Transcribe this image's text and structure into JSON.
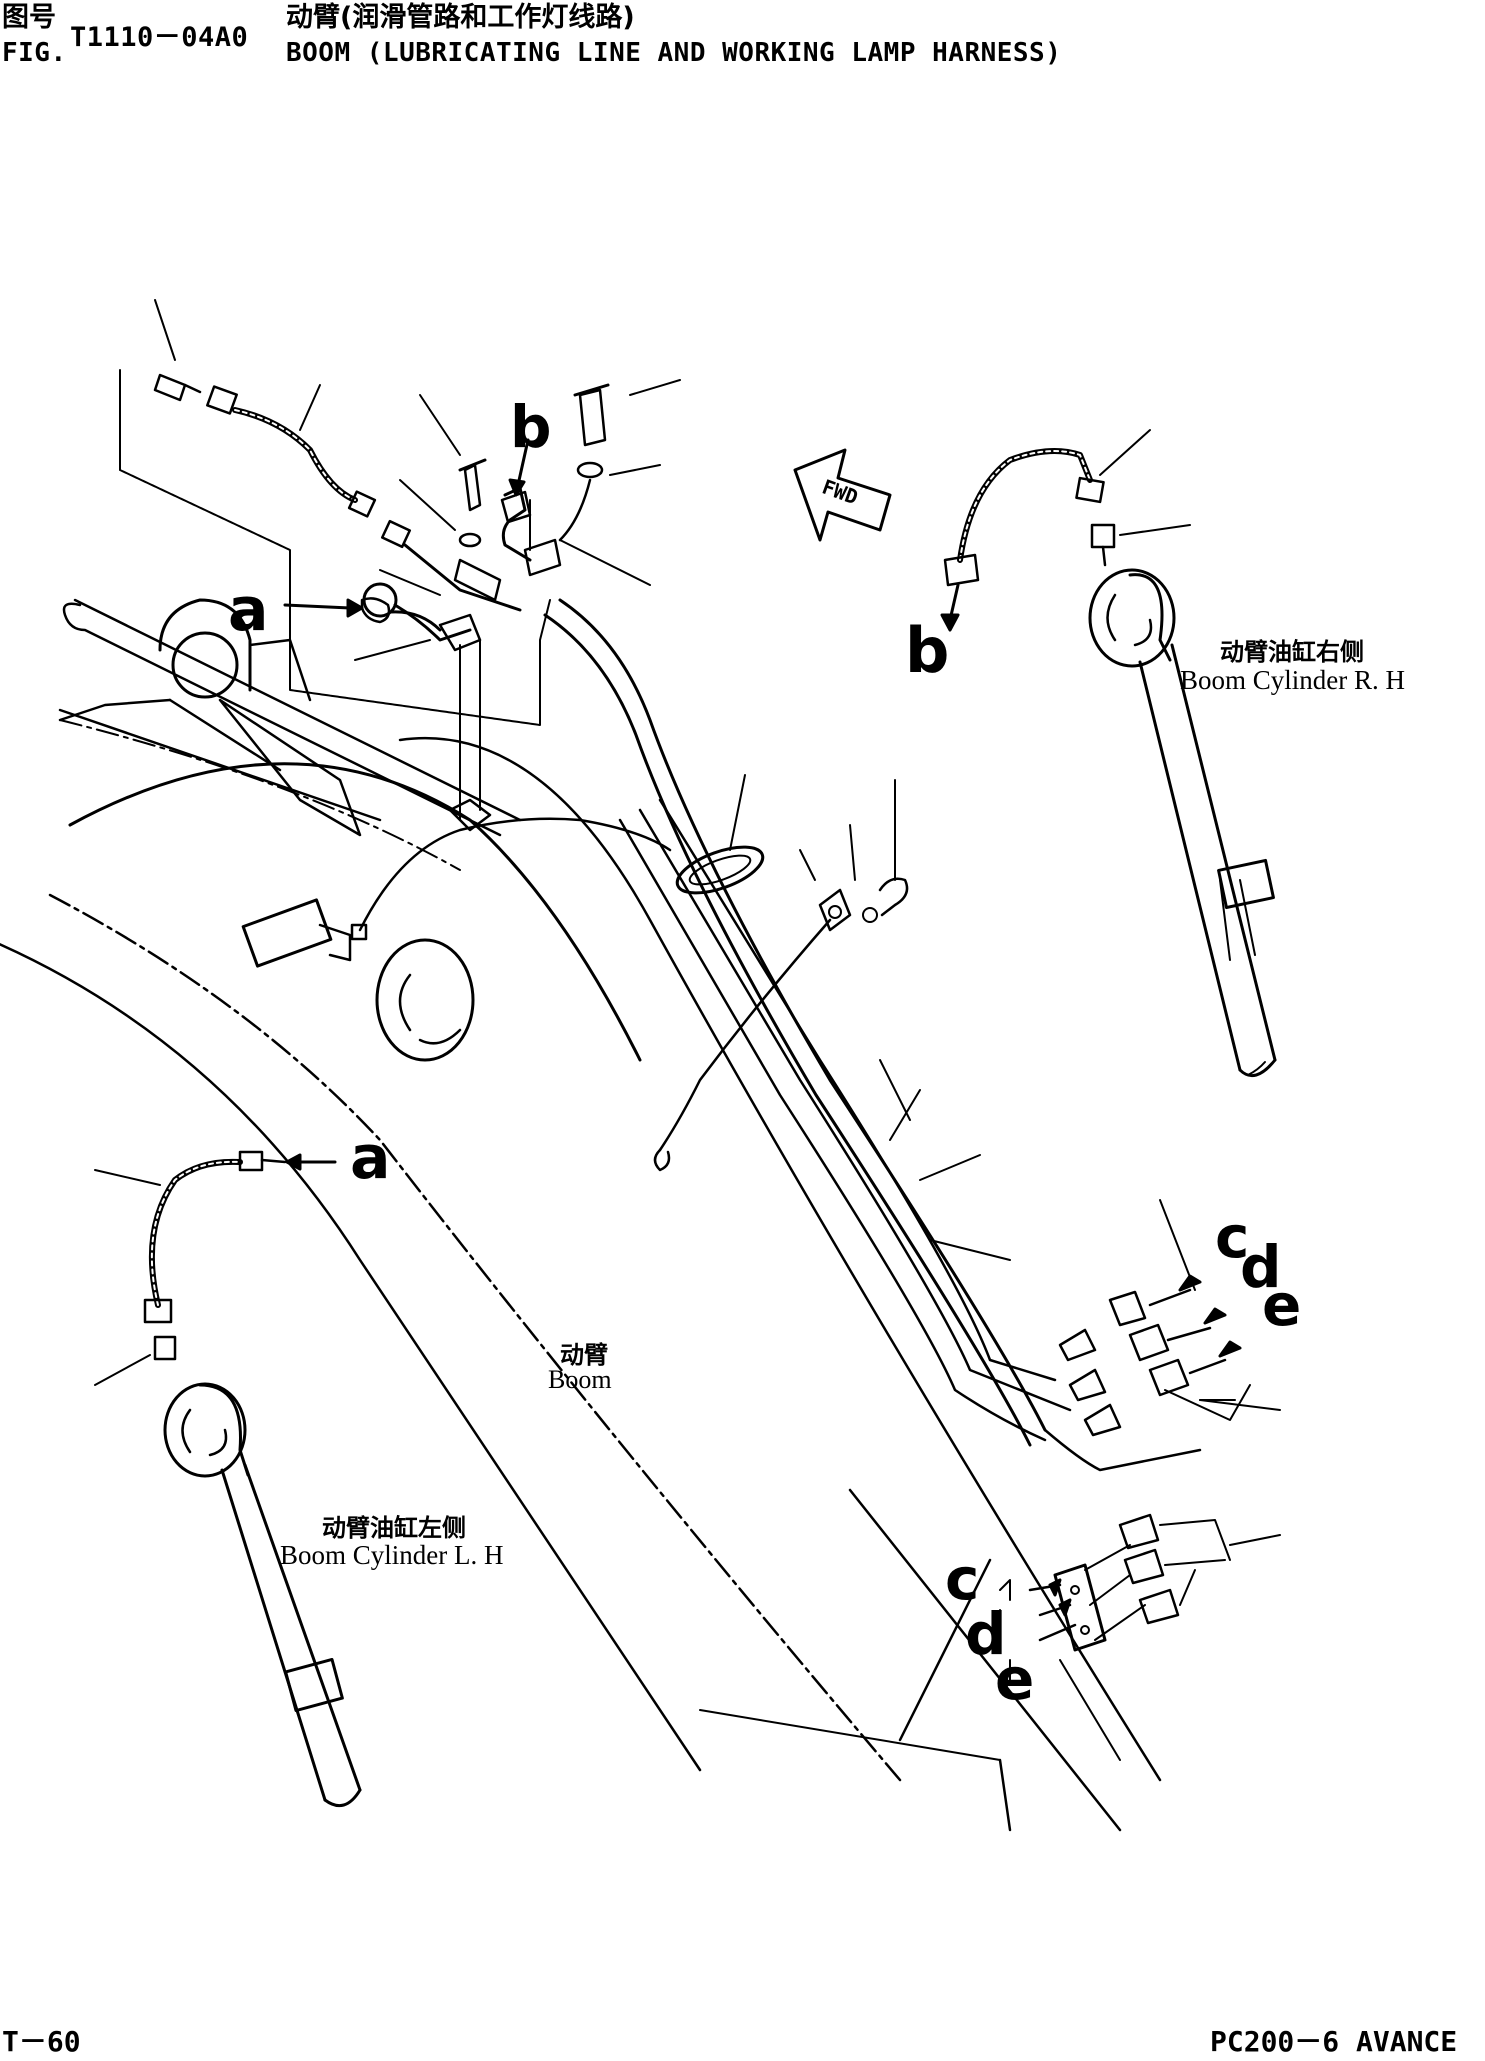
{
  "header": {
    "fig_cn_label": "图号",
    "fig_en_label": "FIG.",
    "fig_number": "T1110－04A0",
    "title_cn": "动臂(润滑管路和工作灯线路)",
    "title_en": "BOOM (LUBRICATING LINE AND WORKING LAMP HARNESS)"
  },
  "callouts": {
    "a_main": "a",
    "a_lower": "a",
    "b_top": "b",
    "b_right": "b",
    "c_right": "c",
    "d_right": "d",
    "e_right": "e",
    "c_lower": "c",
    "d_lower": "d",
    "e_lower": "e"
  },
  "labels": {
    "fwd": "FWD",
    "boom_cn": "动臂",
    "boom_en": "Boom",
    "cyl_right_cn": "动臂油缸右侧",
    "cyl_right_en": "Boom Cylinder R. H",
    "cyl_left_cn": "动臂油缸左侧",
    "cyl_left_en": "Boom Cylinder L. H"
  },
  "footer": {
    "page": "T－60",
    "model": "PC200－6 AVANCE"
  }
}
